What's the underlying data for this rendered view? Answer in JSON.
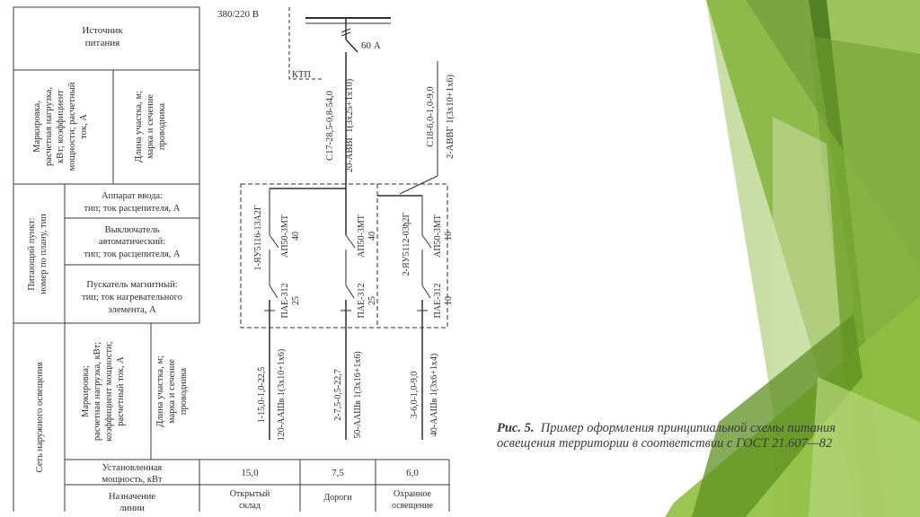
{
  "table": {
    "source_header": [
      "Источник",
      "питания"
    ],
    "source_left_rot": [
      "Маркировка,",
      "расчетная нагрузка,",
      "кВт; коэффициент",
      "мощности; расчетный",
      "ток, А"
    ],
    "source_right_rot": [
      "Длина участка, м;",
      "марка и сечение",
      "проводника"
    ],
    "panel_side_rot": [
      "Питающий пункт:",
      "номер по плану, тип"
    ],
    "input_device": [
      "Аппарат ввода:",
      "тип; ток расцепителя,  А"
    ],
    "breaker": [
      "Выключатель",
      "автоматический:",
      "тип; ток расцепителя, А"
    ],
    "starter": [
      "Пускатель магнитный:",
      "тип; ток нагревательного",
      "элемента, А"
    ],
    "network_side_rot": [
      "Сеть наружного освещения"
    ],
    "network_left_rot": [
      "Маркировка;",
      "расчетная нагрузка, кВт;",
      "коэффициент мощности;",
      "расчетный ток, А"
    ],
    "network_right_rot": [
      "Длина участка, м;",
      "марка и сечение",
      "проводника"
    ],
    "installed_power": [
      "Установленная",
      "мощность, кВт"
    ],
    "purpose": [
      "Назначение",
      "линии"
    ]
  },
  "scheme": {
    "voltage": "380/220 В",
    "ktp_label": "КТП",
    "main_breaker": "60 А",
    "feeder_main_mark": "С17-28,5-0,8-54,0",
    "feeder_main_cable": "20-АВВГ 1(3х25+1х10)",
    "feeder_right_mark": "С18-6,0-1,0-9,0",
    "feeder_right_cable": "2-АВВГ 1(3х10+1х6)",
    "panels": [
      {
        "panel": "1-ЯУ5116-13А2Г",
        "breaker": "АП50-3МТ",
        "breaker_current": "40",
        "starter": "ПАЕ-312",
        "starter_current": "25",
        "line_mark": "1-15,0-1,0-22,5",
        "line_cable": "120-ААШв 1(3х10+1х6)",
        "power": "15,0",
        "purpose": [
          "Открытый",
          "склад"
        ]
      },
      {
        "panel": "",
        "breaker": "АП50-3МТ",
        "breaker_current": "40",
        "starter": "ПАЕ-312",
        "starter_current": "25",
        "line_mark": "2-7,5-0,5-22,7",
        "line_cable": "50-ААШв 1(3х16+1х6)",
        "power": "7,5",
        "purpose": [
          "Дороги"
        ]
      },
      {
        "panel": "2-ЯУ5112-03ђ2Г",
        "breaker": "АП50-3МТ",
        "breaker_current": "16",
        "starter": "ПАЕ-312",
        "starter_current": "10",
        "line_mark": "3-6,0-1,0-9,0",
        "line_cable": "40-ААШв 1(3х6+1х4)",
        "power": "6,0",
        "purpose": [
          "Охранное",
          "освещение"
        ]
      }
    ]
  },
  "caption": {
    "label": "Рис. 5.",
    "text": "Пример оформления принципиальной схемы питания освещения территории в соответствии с ГОСТ 21.607—82"
  },
  "colors": {
    "ink": "#2e2e2e",
    "green_dark": "#4f7d22",
    "green_mid": "#74a532",
    "green_light": "#a8cf64"
  }
}
